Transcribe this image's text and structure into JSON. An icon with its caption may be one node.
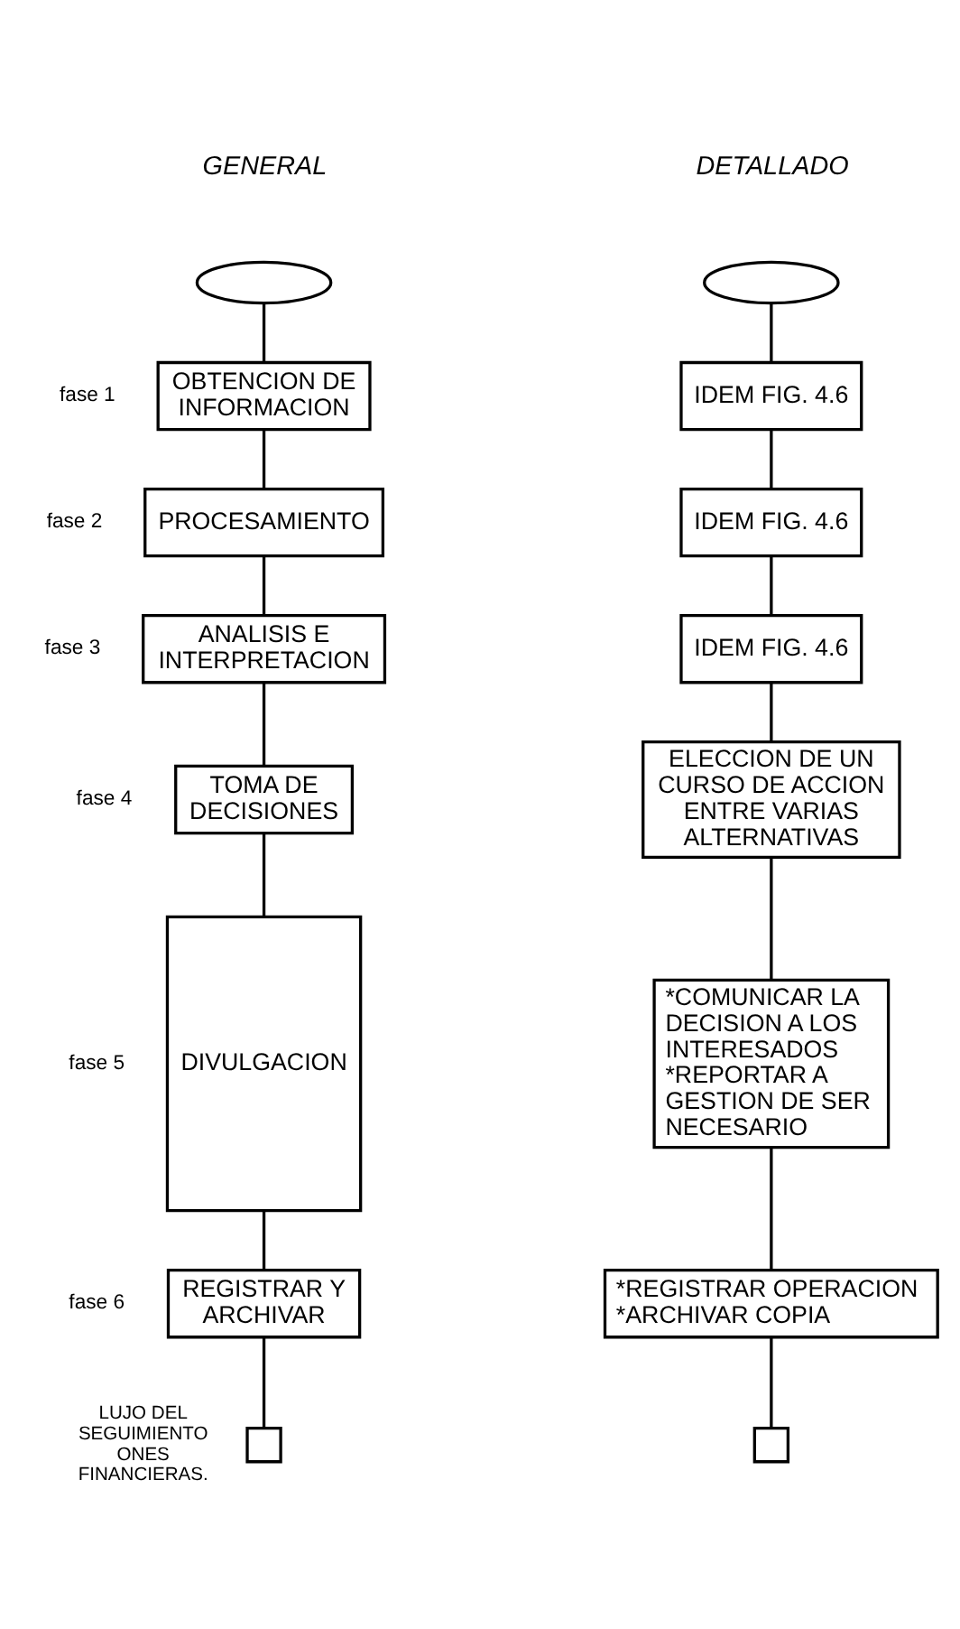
{
  "diagram": {
    "nodes": [
      {
        "text": [],
        "shape": "ellipse"
      },
      {
        "text": [
          "OBTENCION DE INFORMACION"
        ],
        "beside": [
          "fase 1"
        ]
      },
      {
        "text": [
          "PROCESAMIENTO"
        ],
        "beside": [
          "fase 2"
        ]
      },
      {
        "text": [
          "ANALISIS E INTERPRETACION"
        ],
        "beside": [
          "fase 3"
        ]
      },
      {
        "text": [
          "TOMA DE DECISIONES"
        ],
        "beside": [
          "fase 4"
        ]
      },
      {
        "text": [
          "DIVULGACION"
        ],
        "beside": [
          "fase 5"
        ]
      },
      {
        "text": [
          "REGISTRAR Y ARCHIVAR"
        ],
        "beside": [
          "fase 6"
        ]
      },
      {
        "text": [],
        "shape": "box"
      },
      {
        "text": [],
        "shape": "ellipse"
      },
      {
        "text": [
          "IDEM FIG. 4.6"
        ]
      },
      {
        "text": [
          "IDEM FIG. 4.6"
        ]
      },
      {
        "text": [
          "IDEM FIG. 4.6"
        ]
      },
      {
        "text": [
          "ELECCION DE UN CURSO DE ACCION ENTRE VARIAS ALTERNATIVAS"
        ]
      },
      {
        "text": [
          "*COMUNICAR LA DECISION A LOS INTERESADOS",
          "*REPORTAR A GESTION DE SER NECESARIO"
        ]
      },
      {
        "text": [
          "*REGISTRAR OPERACION",
          "*ARCHIVAR COPIA"
        ]
      },
      {
        "text": [],
        "shape": "box"
      }
    ],
    "edges": [
      {
        "from": 0,
        "to": 1,
        "arrow": "none"
      },
      {
        "from": 1,
        "to": 2,
        "arrow": "none"
      },
      {
        "from": 2,
        "to": 3,
        "arrow": "none"
      },
      {
        "from": 3,
        "to": 4,
        "arrow": "none"
      },
      {
        "from": 4,
        "to": 5,
        "arrow": "none"
      },
      {
        "from": 5,
        "to": 6,
        "arrow": "none"
      },
      {
        "from": 6,
        "to": 7,
        "arrow": "none"
      },
      {
        "from": 8,
        "to": 9,
        "arrow": "none"
      },
      {
        "from": 9,
        "to": 10,
        "arrow": "none"
      },
      {
        "from": 10,
        "to": 11,
        "arrow": "none"
      },
      {
        "from": 11,
        "to": 12,
        "arrow": "none"
      },
      {
        "from": 12,
        "to": 13,
        "arrow": "none"
      },
      {
        "from": 13,
        "to": 14,
        "arrow": "none"
      },
      {
        "from": 14,
        "to": 15,
        "arrow": "none"
      }
    ],
    "labels": [
      "GENERAL",
      "DETALLADO",
      "LUJO DEL SEGUIMIENTO ONES FINANCIERAS."
    ]
  }
}
